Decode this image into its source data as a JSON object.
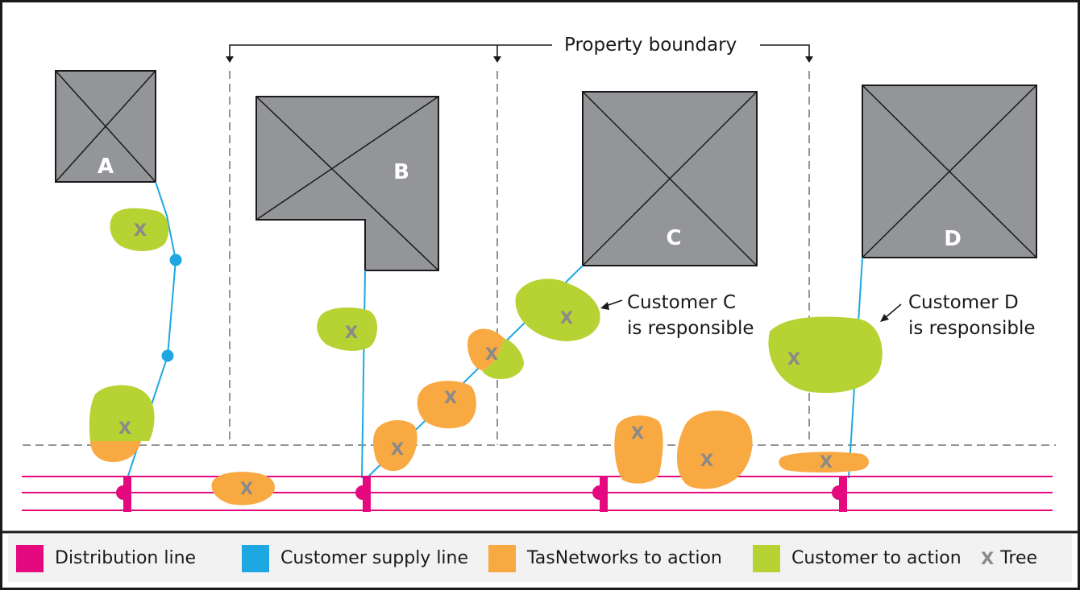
{
  "header": {
    "boundary_label": "Property boundary"
  },
  "houses": [
    {
      "label": "A"
    },
    {
      "label": "B"
    },
    {
      "label": "C"
    },
    {
      "label": "D"
    }
  ],
  "tree_mark": "X",
  "notes": {
    "customer_c": [
      "Customer C",
      "is responsible"
    ],
    "customer_d": [
      "Customer D",
      "is responsible"
    ]
  },
  "legend": [
    {
      "label": "Distribution line",
      "color": "#e5097f"
    },
    {
      "label": "Customer supply line",
      "color": "#1ea7e1"
    },
    {
      "label": "TasNetworks to action",
      "color": "#f9a942"
    },
    {
      "label": "Customer to action",
      "color": "#b6d233"
    },
    {
      "mark": "X",
      "label": "Tree"
    }
  ],
  "colors": {
    "distribution": "#e5097f",
    "supply": "#1ea7e1",
    "tasnetworks": "#f9a942",
    "customer": "#b6d233",
    "house": "#939598",
    "boundary": "#939598",
    "tree_mark": "#8a8a8a"
  }
}
